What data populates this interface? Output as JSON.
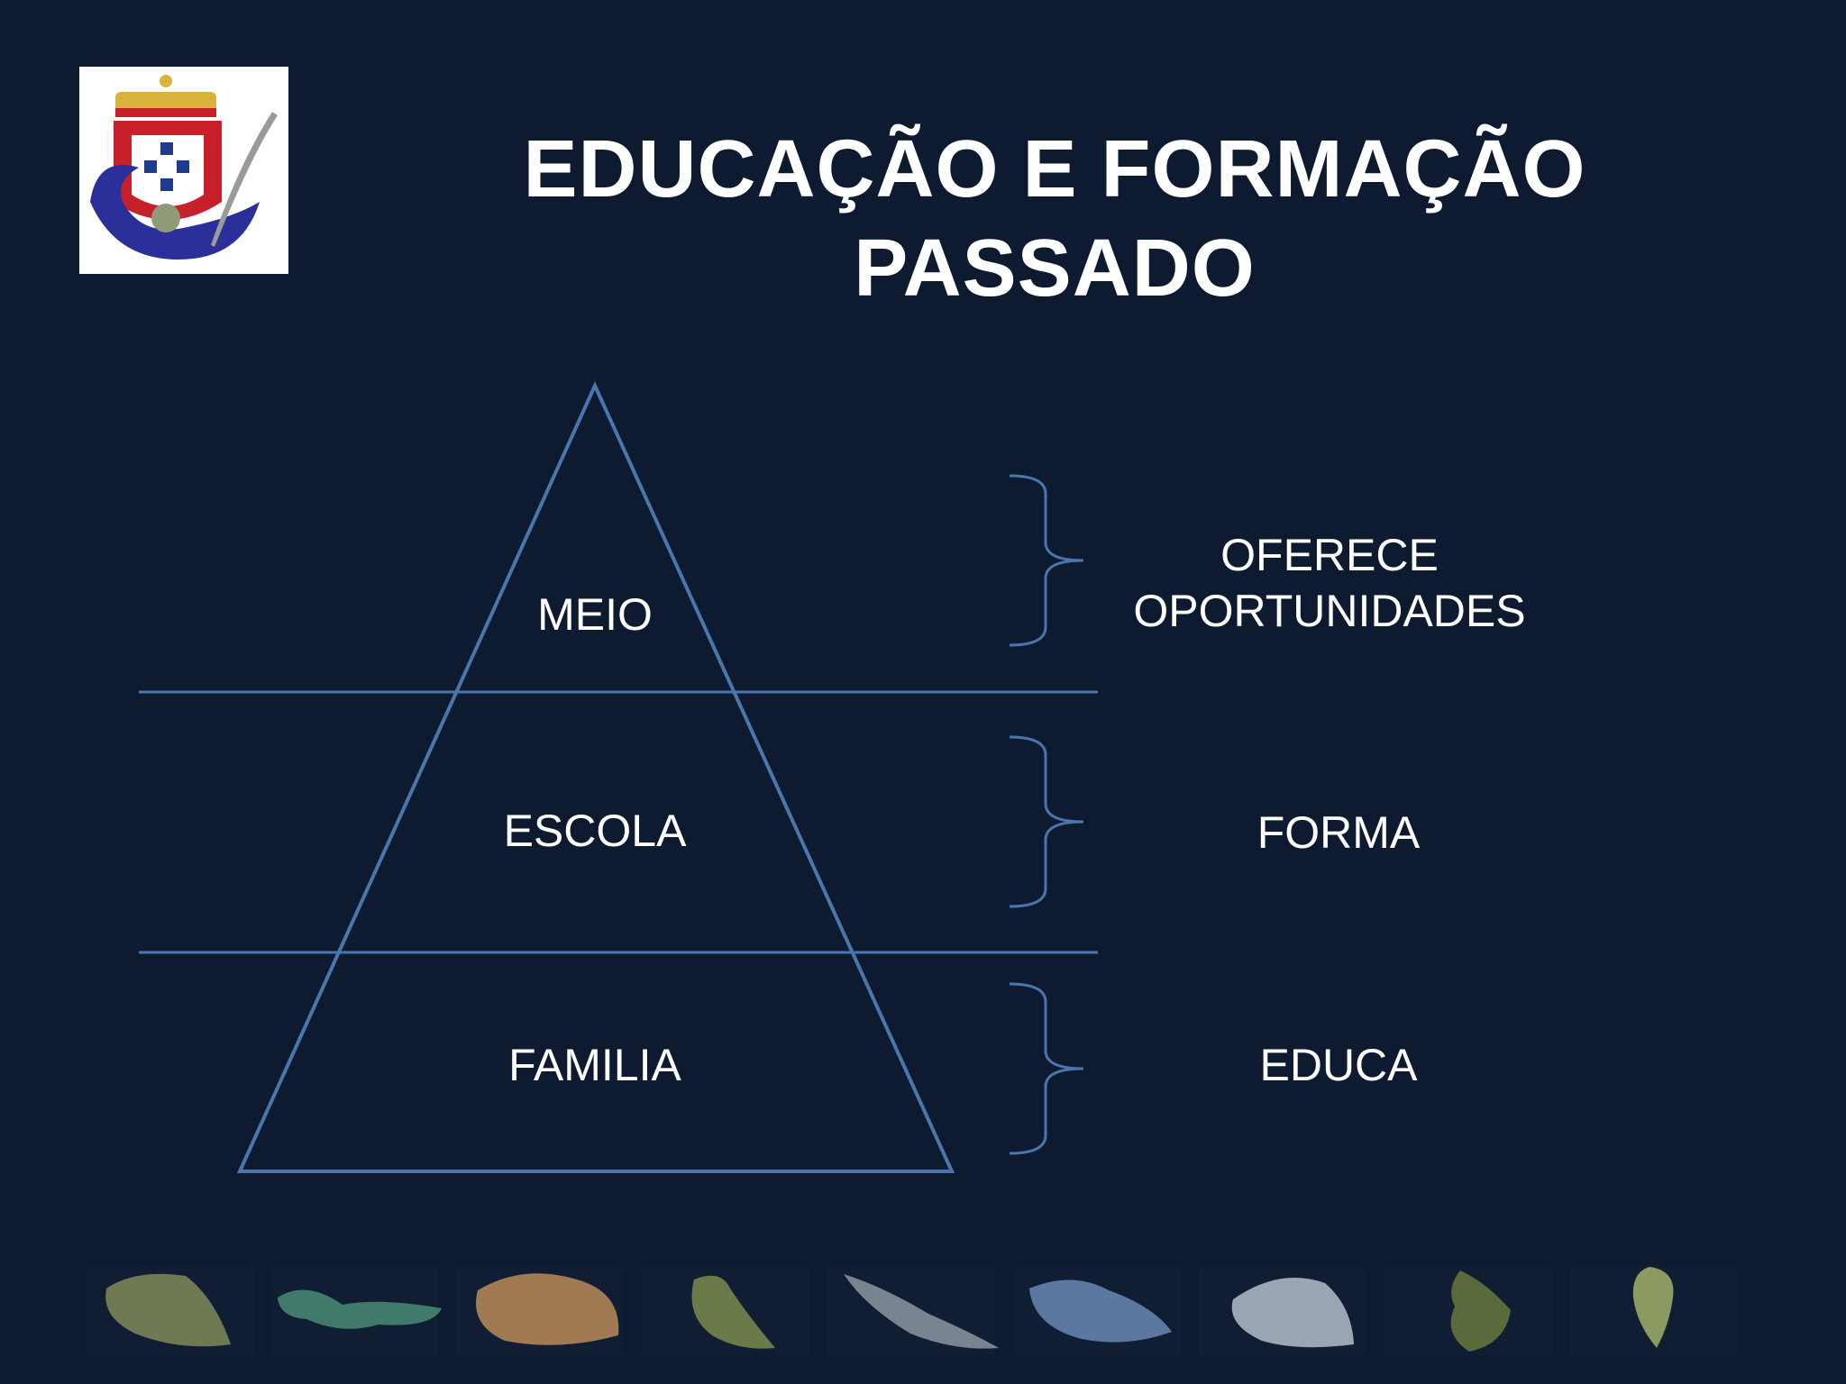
{
  "slide": {
    "title_line1": "EDUCAÇÃO E FORMAÇÃO",
    "title_line2": "PASSADO"
  },
  "pyramid": {
    "levels": [
      {
        "name": "MEIO",
        "role": "OFERECE OPORTUNIDADES",
        "role_line1": "OFERECE",
        "role_line2": "OPORTUNIDADES"
      },
      {
        "name": "ESCOLA",
        "role": "FORMA"
      },
      {
        "name": "FAMILIA",
        "role": "EDUCA"
      }
    ]
  },
  "colors": {
    "background": "#0e1a2f",
    "diagram_line": "#4a76ad",
    "text": "#ffffff"
  },
  "logo": {
    "icon": "coat-of-arms-icon"
  },
  "island_strip": {
    "icons": [
      "island-1-icon",
      "island-2-icon",
      "island-3-icon",
      "island-4-icon",
      "island-5-icon",
      "island-6-icon",
      "island-7-icon",
      "island-8-icon",
      "island-9-icon"
    ]
  }
}
